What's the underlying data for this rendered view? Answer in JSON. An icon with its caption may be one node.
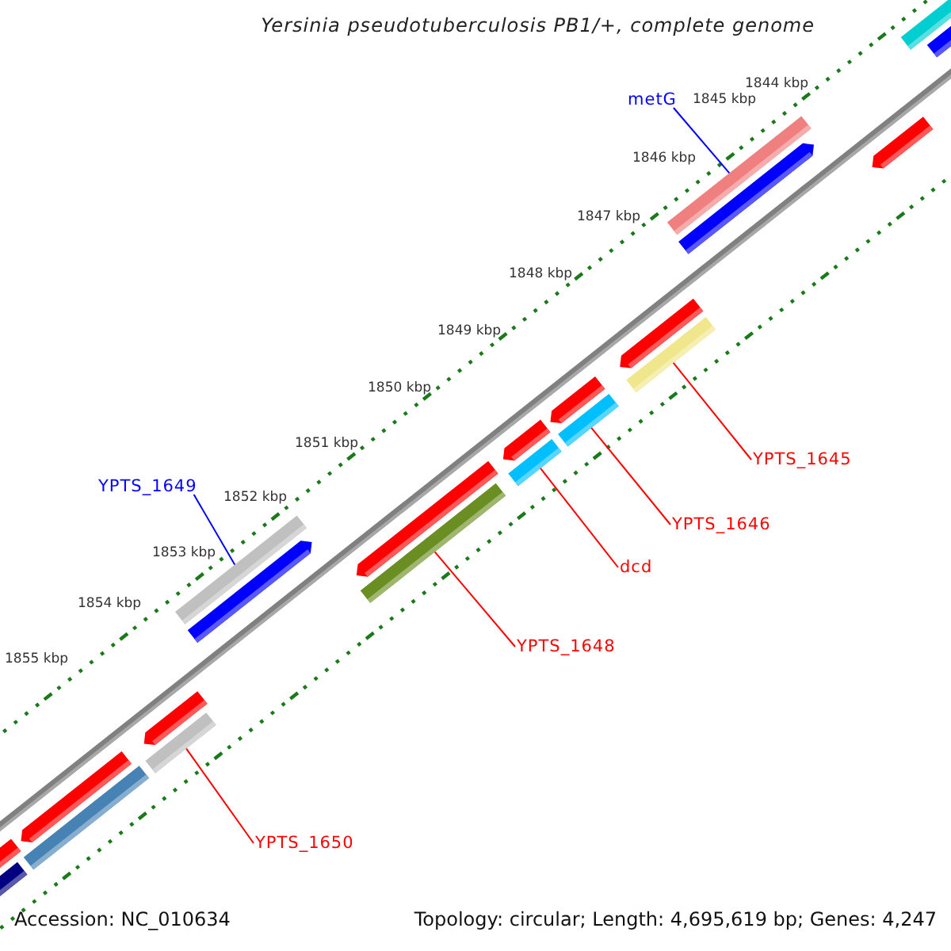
{
  "diagram": {
    "title": "Yersinia pseudotuberculosis PB1/+, complete genome",
    "nodes": [
      {
        "text": [
          "metG"
        ]
      },
      {
        "text": [],
        "shape": "bar"
      },
      {
        "text": [
          "YPTS_1649"
        ]
      },
      {
        "text": [],
        "shape": "bar"
      },
      {
        "text": [
          "YPTS_1645"
        ]
      },
      {
        "text": [],
        "shape": "bar"
      },
      {
        "text": [
          "YPTS_1646"
        ]
      },
      {
        "text": [],
        "shape": "bar"
      },
      {
        "text": [
          "dcd"
        ]
      },
      {
        "text": [],
        "shape": "bar"
      },
      {
        "text": [
          "YPTS_1648"
        ]
      },
      {
        "text": [],
        "shape": "bar"
      },
      {
        "text": [
          "YPTS_1650"
        ]
      },
      {
        "text": [],
        "shape": "bar"
      }
    ],
    "edges": [
      {
        "from": 0,
        "to": 1,
        "arrow": "none",
        "color": "#0000ff"
      },
      {
        "from": 2,
        "to": 3,
        "arrow": "none",
        "color": "#0000ff"
      },
      {
        "from": 4,
        "to": 5,
        "arrow": "none"
      },
      {
        "from": 6,
        "to": 7,
        "arrow": "none"
      },
      {
        "from": 8,
        "to": 9,
        "arrow": "none"
      },
      {
        "from": 10,
        "to": 11,
        "arrow": "none"
      },
      {
        "from": 12,
        "to": 13,
        "arrow": "none"
      }
    ],
    "labels": [
      "1844 kbp",
      "1845 kbp",
      "1846 kbp",
      "1847 kbp",
      "1848 kbp",
      "1849 kbp",
      "1850 kbp",
      "1851 kbp",
      "1852 kbp",
      "1853 kbp",
      "1854 kbp",
      "1855 kbp",
      "Accession: NC_010634",
      "Topology: circular; Length: 4,695,619 bp; Genes: 4,247"
    ]
  }
}
